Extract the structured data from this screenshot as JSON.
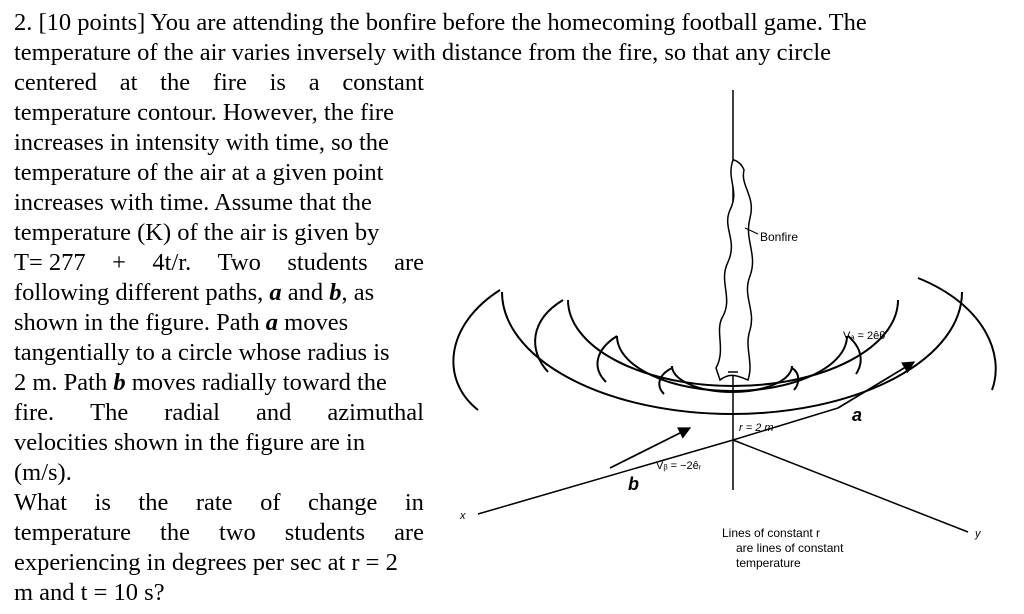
{
  "problem": {
    "line1": "2. [10 points] You are attending the bonfire before the homecoming football game. The",
    "line2": "temperature of the air varies inversely with distance from the fire, so that any circle",
    "line3_words": [
      "centered",
      "at",
      "the",
      "fire",
      "is",
      "a",
      "constant"
    ],
    "line4": "temperature contour. However, the fire",
    "line5": "increases in intensity with time, so the",
    "line6": "temperature of the air at a given point",
    "line7": "increases with time. Assume that the",
    "line8": "temperature (K) of the air is given by",
    "line9_words": [
      "T= 277",
      "+",
      "4t/r.",
      "Two",
      "students",
      "are"
    ],
    "line10_parts": [
      "following different paths, ",
      "a",
      " and ",
      "b",
      ", as"
    ],
    "line11_parts": [
      "shown in the figure. Path ",
      "a",
      " moves"
    ],
    "line12": "tangentially to a circle whose radius is",
    "line13_parts": [
      "2 m. Path ",
      "b",
      " moves radially toward the"
    ],
    "line14_words": [
      "fire.",
      "The",
      "radial",
      "and",
      "azimuthal"
    ],
    "line15": "velocities shown in the figure are in",
    "line16": "(m/s).",
    "line17_words": [
      "What",
      "is",
      "the",
      "rate",
      "of",
      "change",
      "in"
    ],
    "line18_words": [
      "temperature",
      "the",
      "two",
      "students",
      "are"
    ],
    "line19": "experiencing in degrees per sec at r = 2",
    "line20": "m and t = 10 s?"
  },
  "figure": {
    "bonfire_label": "Bonfire",
    "va_label": "Vₐ = 2êθ",
    "vb_label": "Vᵦ = −2êᵣ",
    "radius_label": "r = 2 m",
    "path_a_label": "a",
    "path_b_label": "b",
    "x_axis_label": "x",
    "y_axis_label": "y",
    "caption_line1": "Lines of constant r",
    "caption_line2": "are lines of constant",
    "caption_line3": "temperature"
  }
}
